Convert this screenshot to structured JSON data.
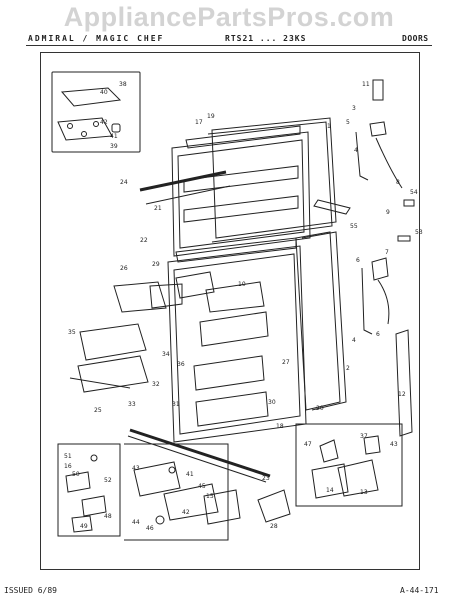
{
  "watermark": "AppliancePartsPros.com",
  "header": {
    "brand": "ADMIRAL / MAGIC CHEF",
    "model": "RTS21 ... 23KS",
    "section": "DOORS"
  },
  "footer": {
    "issued": "ISSUED 6/89",
    "page_code": "A-44-171"
  },
  "callouts": [
    "1",
    "2",
    "3",
    "4",
    "5",
    "6",
    "7",
    "8",
    "9",
    "10",
    "11",
    "12",
    "13",
    "14",
    "15",
    "16",
    "17",
    "18",
    "19",
    "20",
    "21",
    "22",
    "23",
    "24",
    "25",
    "26",
    "27",
    "28",
    "29",
    "30",
    "31",
    "32",
    "33",
    "34",
    "35",
    "36",
    "37",
    "38",
    "39",
    "40",
    "41",
    "42",
    "43",
    "44",
    "45",
    "46",
    "47",
    "48",
    "49",
    "50",
    "51",
    "52",
    "53",
    "54",
    "55"
  ]
}
